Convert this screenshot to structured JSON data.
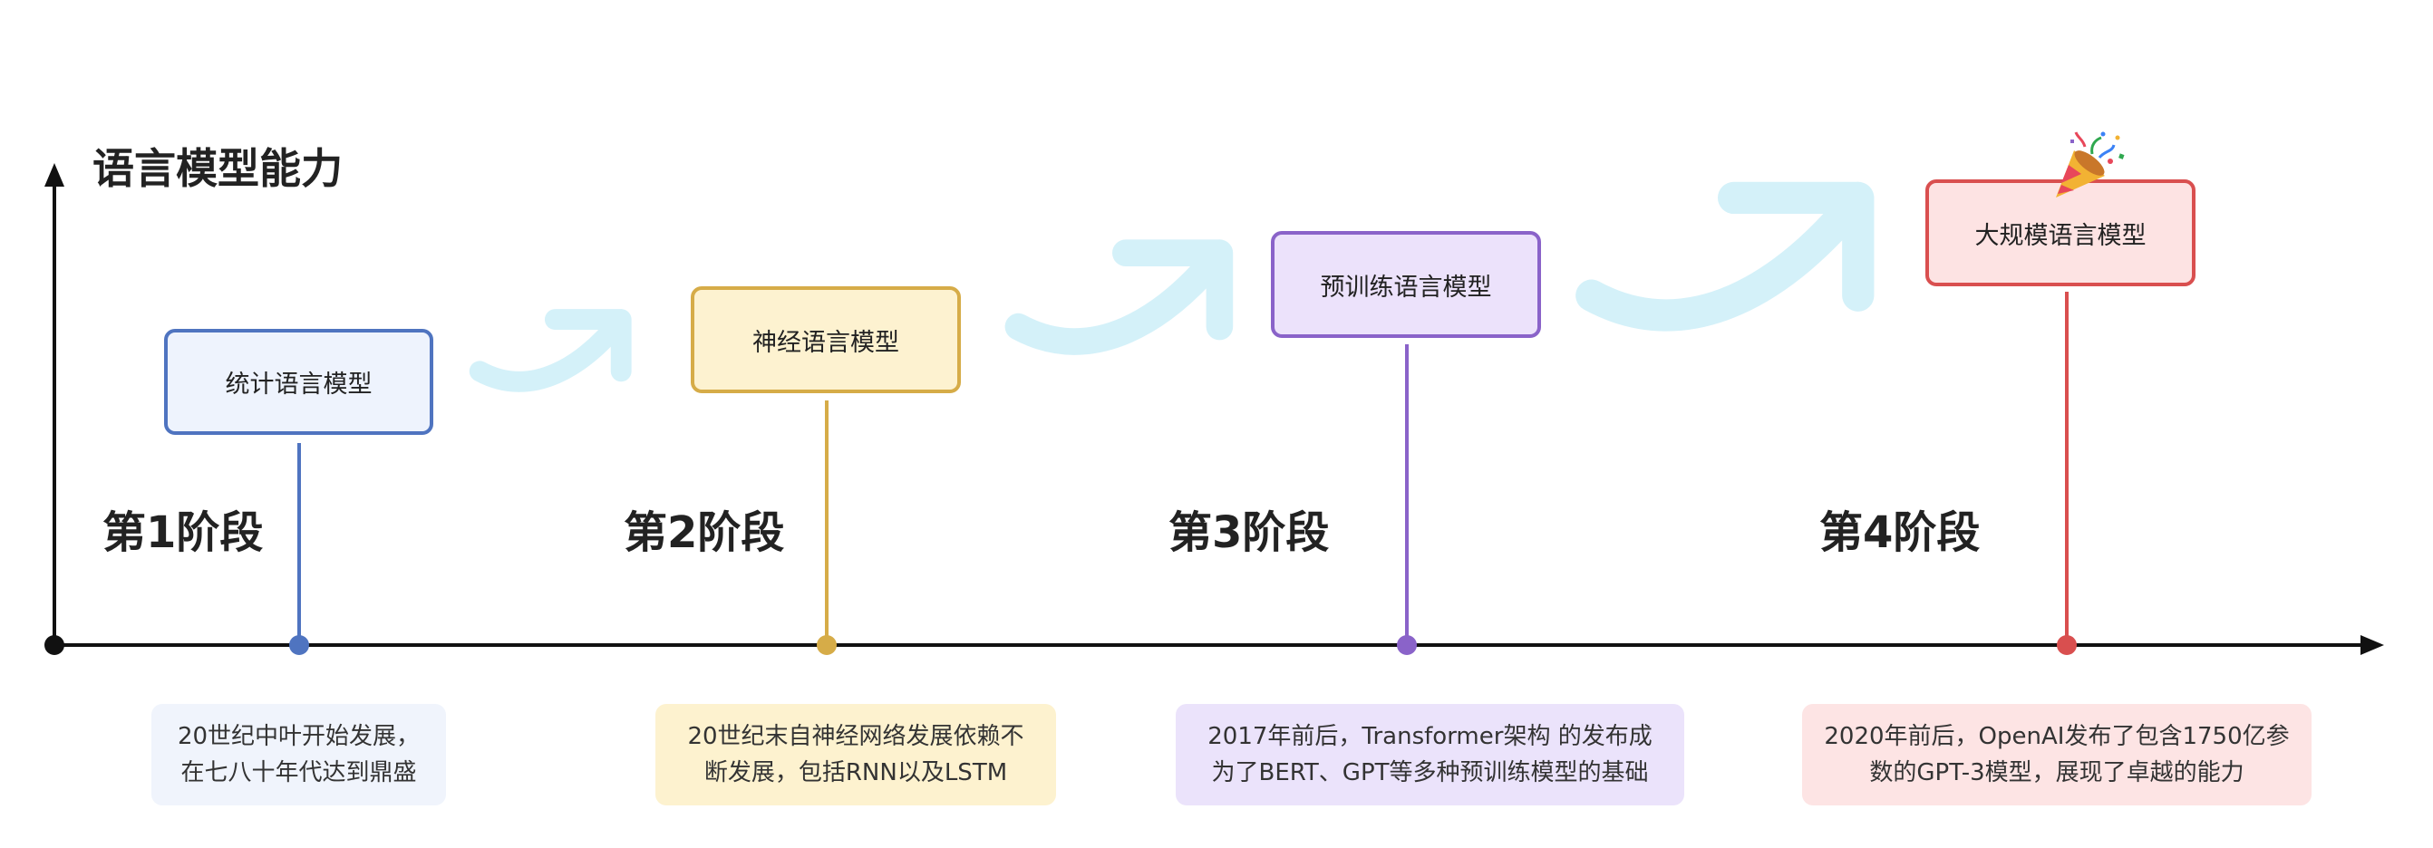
{
  "axis": {
    "y_title": "语言模型能力",
    "line_color": "#111111"
  },
  "arrow_color": "#d4f1f9",
  "stages": [
    {
      "label": "第1阶段",
      "model": "统计语言模型",
      "desc_lines": [
        "20世纪中叶开始发展，",
        "在七八十年代达到鼎盛"
      ],
      "border": "#4f74c0",
      "fill": "#eef3fd",
      "desc_fill": "#f0f4fc"
    },
    {
      "label": "第2阶段",
      "model": "神经语言模型",
      "desc_lines": [
        "20世纪末自神经网络发展依赖不",
        "断发展，包括RNN以及LSTM"
      ],
      "border": "#d6ac48",
      "fill": "#fdf2d0",
      "desc_fill": "#fdf2cf"
    },
    {
      "label": "第3阶段",
      "model": "预训练语言模型",
      "desc_lines": [
        "2017年前后，Transformer架构 的发布成",
        "为了BERT、GPT等多种预训练模型的基础"
      ],
      "border": "#8a63c9",
      "fill": "#ece2fb",
      "desc_fill": "#ebe3fb"
    },
    {
      "label": "第4阶段",
      "model": "大规模语言模型",
      "desc_lines": [
        "2020年前后，OpenAI发布了包含1750亿参",
        "数的GPT-3模型，展现了卓越的能力"
      ],
      "border": "#d94f4f",
      "fill": "#fde3e3",
      "desc_fill": "#fde4e4"
    }
  ]
}
